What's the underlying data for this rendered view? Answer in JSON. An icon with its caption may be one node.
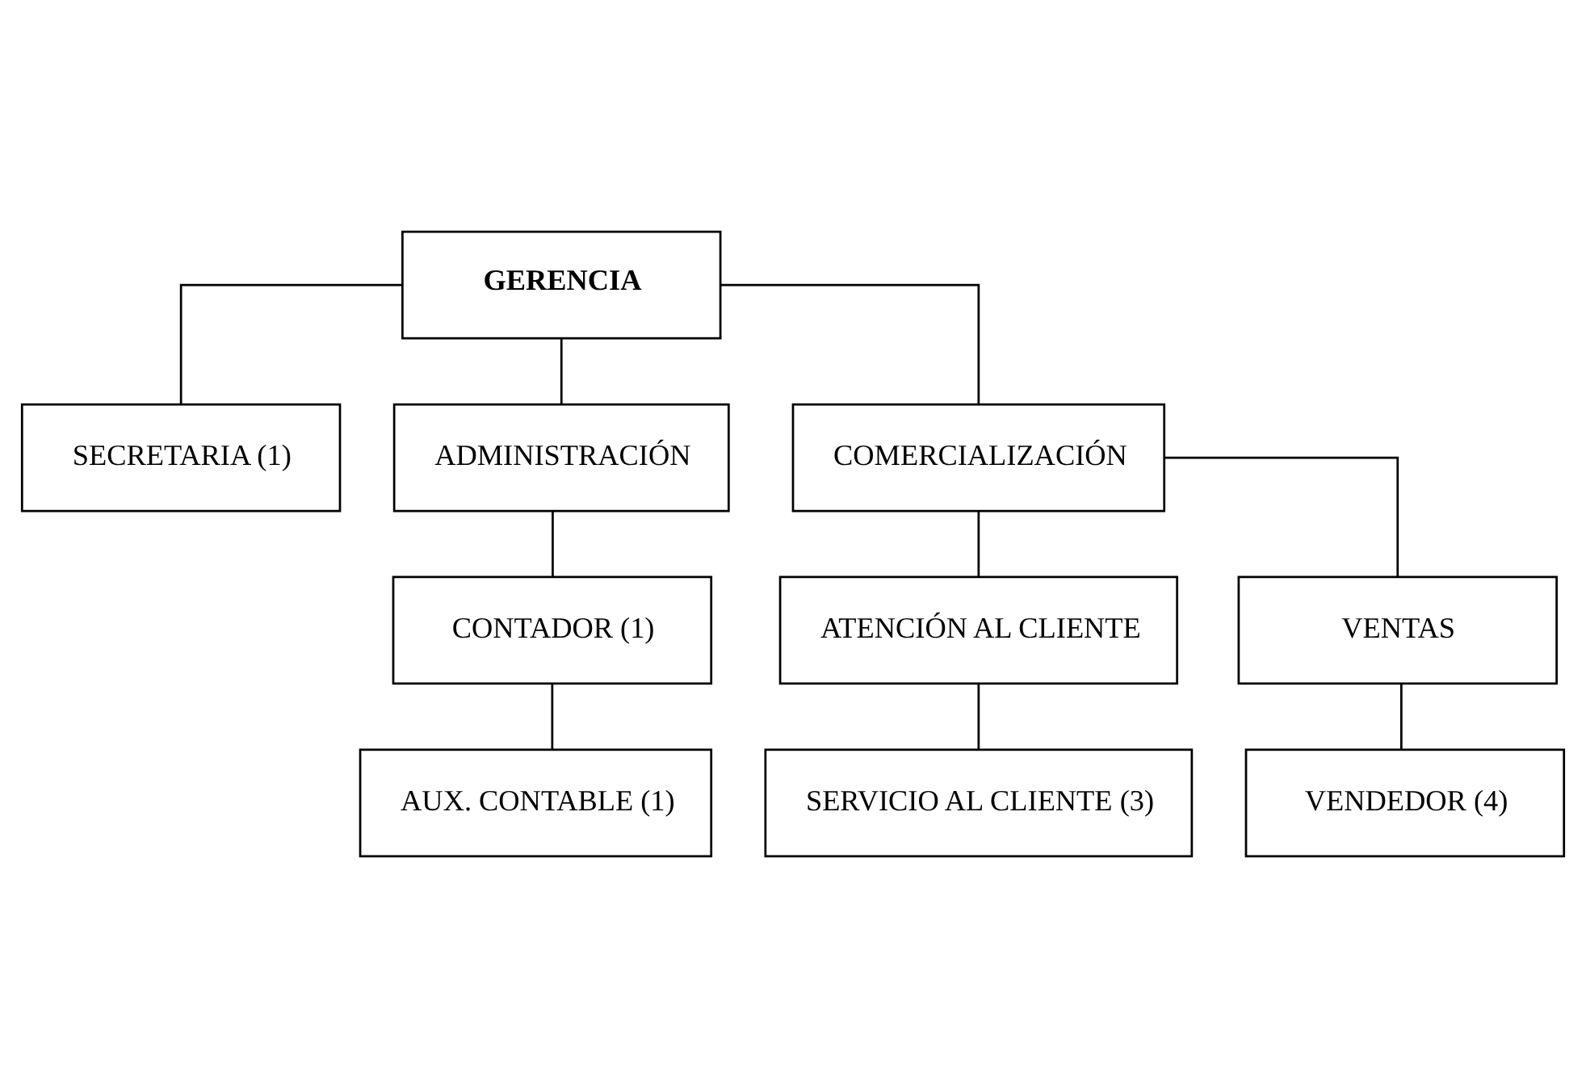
{
  "diagram": {
    "nodes": [
      {
        "text": [
          "GERENCIA"
        ]
      },
      {
        "text": [
          "SECRETARIA (1)"
        ]
      },
      {
        "text": [
          "ADMINISTRACIÓN"
        ]
      },
      {
        "text": [
          "COMERCIALIZACIÓN"
        ]
      },
      {
        "text": [
          "CONTADOR (1)"
        ]
      },
      {
        "text": [
          "AUX. CONTABLE (1)"
        ]
      },
      {
        "text": [
          "ATENCIÓN AL CLIENTE"
        ]
      },
      {
        "text": [
          "VENTAS"
        ]
      },
      {
        "text": [
          "SERVICIO AL CLIENTE (3)"
        ]
      },
      {
        "text": [
          "VENDEDOR (4)"
        ]
      }
    ],
    "edges": [
      {
        "from": 0,
        "to": 1,
        "arrow": "none"
      },
      {
        "from": 0,
        "to": 2,
        "arrow": "none"
      },
      {
        "from": 0,
        "to": 3,
        "arrow": "none"
      },
      {
        "from": 2,
        "to": 4,
        "arrow": "none"
      },
      {
        "from": 4,
        "to": 5,
        "arrow": "none"
      },
      {
        "from": 3,
        "to": 6,
        "arrow": "none"
      },
      {
        "from": 3,
        "to": 7,
        "arrow": "none"
      },
      {
        "from": 6,
        "to": 8,
        "arrow": "none"
      },
      {
        "from": 7,
        "to": 9,
        "arrow": "none"
      }
    ]
  }
}
